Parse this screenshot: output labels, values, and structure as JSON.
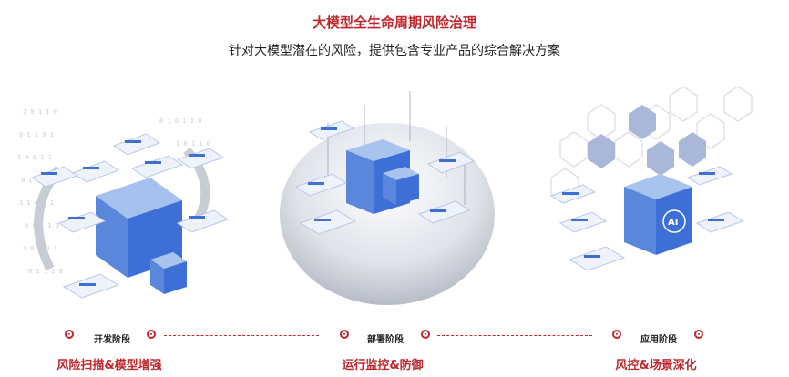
{
  "title": "大模型全生命周期风险治理",
  "subtitle": "针对大模型潜在的风险，提供包含专业产品的综合解决方案",
  "colors": {
    "accent": "#c0272d",
    "blue": "#3d6fd6",
    "light_blue": "#a9c3ef",
    "text": "#222222"
  },
  "stages": [
    {
      "label": "开发阶段",
      "caption": "风险扫描&模型增强"
    },
    {
      "label": "部署阶段",
      "caption": "运行监控&防御"
    },
    {
      "label": "应用阶段",
      "caption": "风控&场景深化"
    }
  ],
  "center_panel": {
    "ai_text": "AI"
  }
}
